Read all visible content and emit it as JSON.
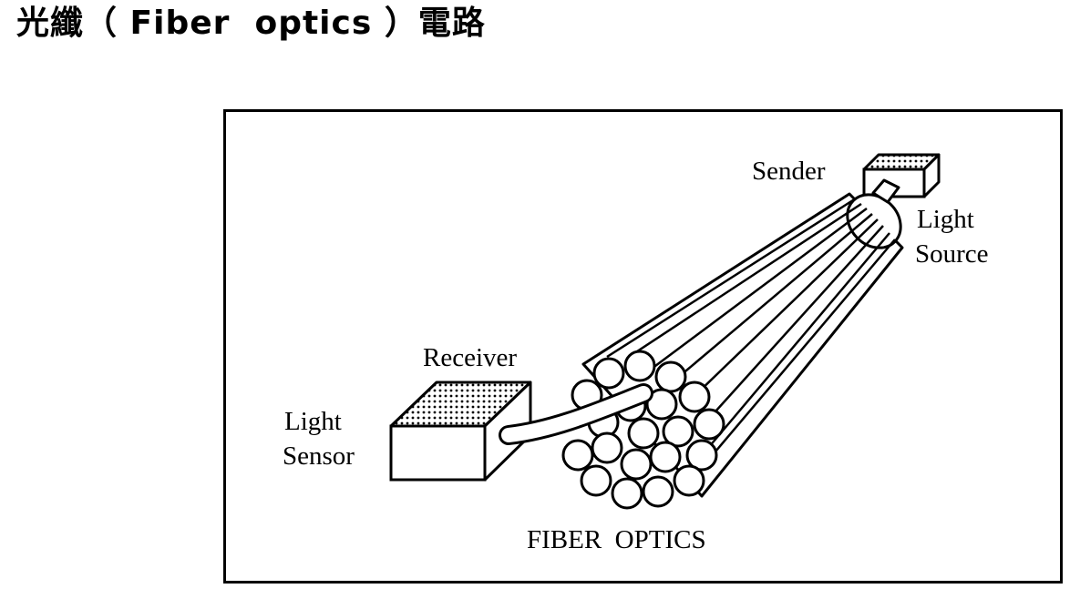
{
  "title": "光纖（ Fiber  optics ）電路",
  "diagram": {
    "labels": {
      "sender": "Sender",
      "light_source_line1": "Light",
      "light_source_line2": "Source",
      "receiver": "Receiver",
      "light_sensor_line1": "Light",
      "light_sensor_line2": "Sensor",
      "fiber_optics": "FIBER  OPTICS"
    }
  }
}
